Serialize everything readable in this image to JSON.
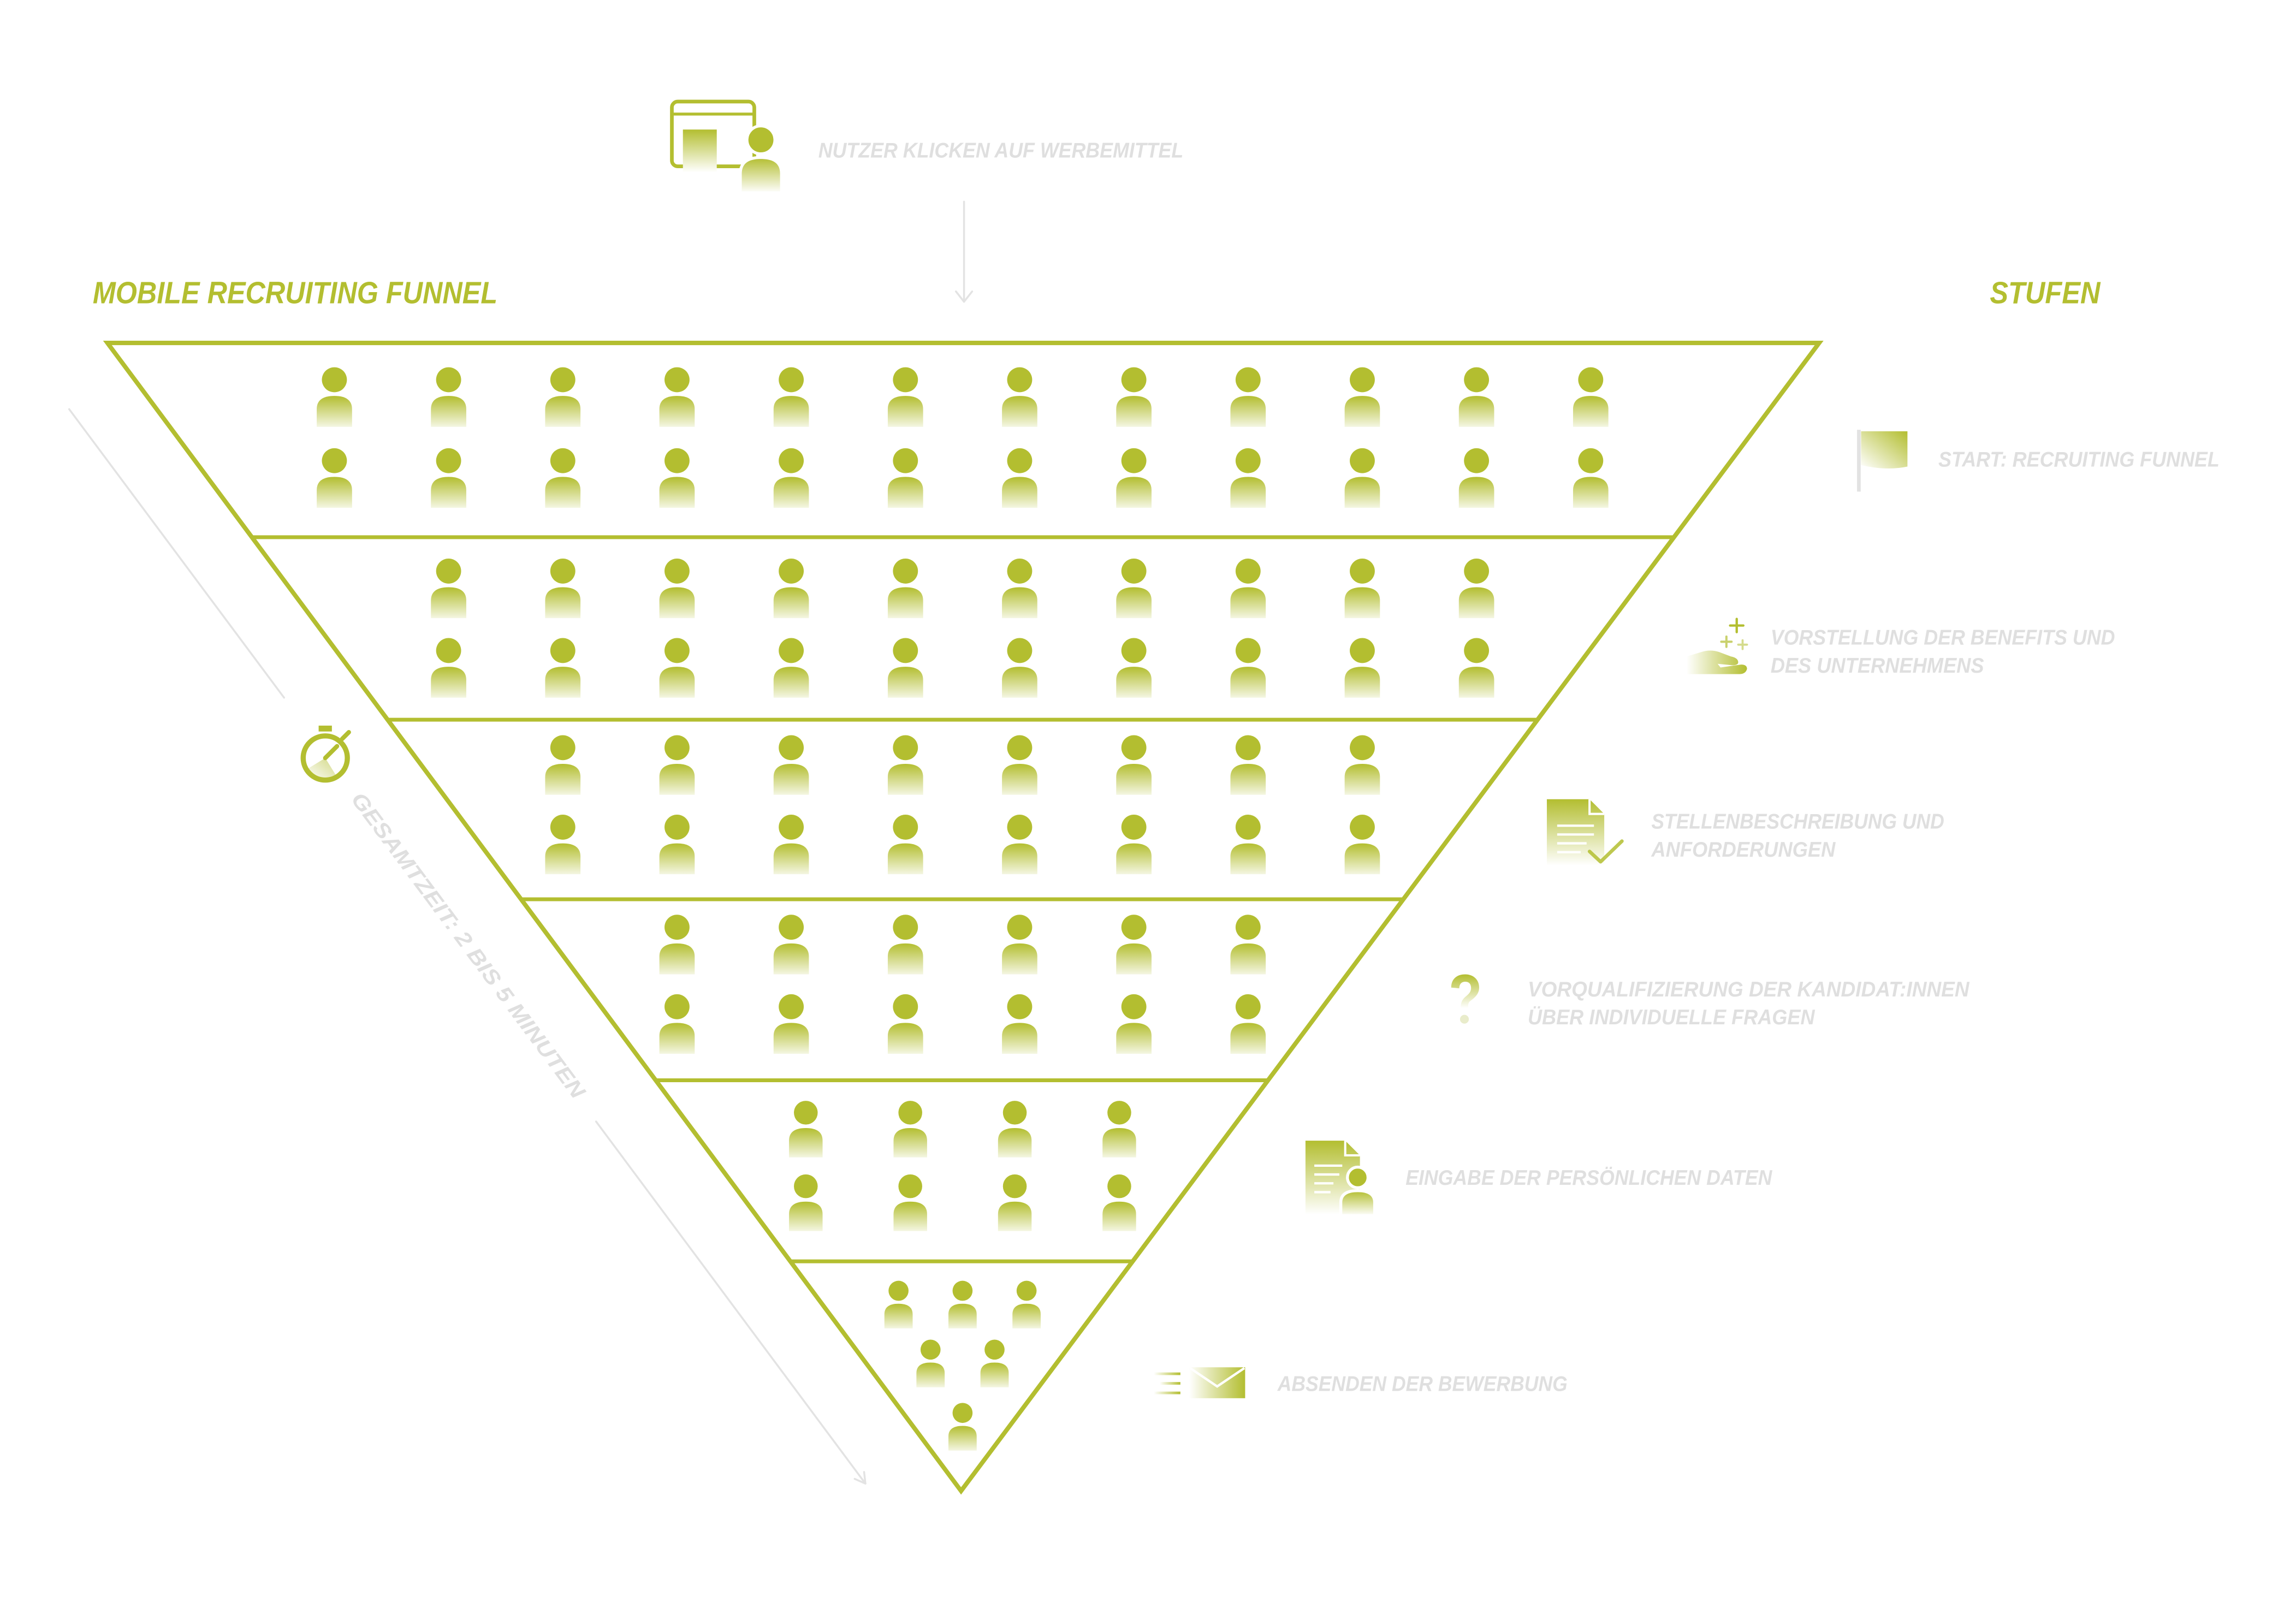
{
  "title": "MOBILE RECRUITING FUNNEL",
  "stages_heading": "STUFEN",
  "entry": {
    "label": "NUTZER KLICKEN AUF WERBEMITTEL",
    "icon": "ad-click-icon"
  },
  "total_time": {
    "label": "GESAMTZEIT: 2 BIS 5 MINUTEN",
    "icon": "stopwatch-icon"
  },
  "colors": {
    "accent": "#b3be30",
    "label": "#dfdfdf",
    "guide": "#e3e3e3"
  },
  "stages": [
    {
      "lines": [
        "START: RECRUITING FUNNEL"
      ],
      "icon": "flag-icon",
      "people": 24
    },
    {
      "lines": [
        "VORSTELLUNG DER BENEFITS UND",
        "DES UNTERNEHMENS"
      ],
      "icon": "hand-sparkle-icon",
      "people": 20
    },
    {
      "lines": [
        "STELLENBESCHREIBUNG UND",
        "ANFORDERUNGEN"
      ],
      "icon": "document-check-icon",
      "people": 16
    },
    {
      "lines": [
        "VORQUALIFIZIERUNG DER KANDIDAT:INNEN",
        "ÜBER INDIVIDUELLE FRAGEN"
      ],
      "icon": "question-mark-icon",
      "people": 12
    },
    {
      "lines": [
        "EINGABE DER PERSÖNLICHEN DATEN"
      ],
      "icon": "document-person-icon",
      "people": 8
    },
    {
      "lines": [
        "ABSENDEN DER BEWERBUNG"
      ],
      "icon": "envelope-send-icon",
      "people": 6
    }
  ]
}
